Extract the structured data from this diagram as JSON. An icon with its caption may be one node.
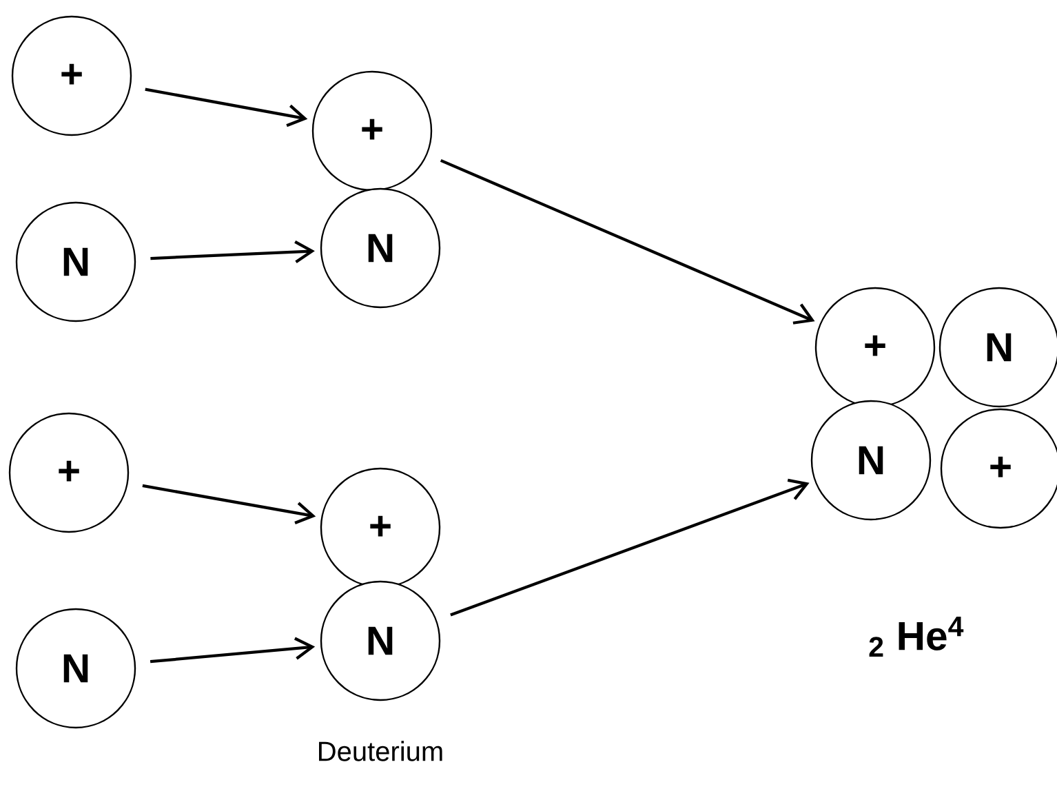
{
  "diagram": {
    "nodes": [
      {
        "text": [
          "+"
        ]
      },
      {
        "text": [
          "N"
        ]
      },
      {
        "text": [
          "+"
        ]
      },
      {
        "text": [
          "N"
        ]
      },
      {
        "text": [
          "+"
        ]
      },
      {
        "text": [
          "N"
        ]
      },
      {
        "text": [
          "+"
        ]
      },
      {
        "text": [
          "N"
        ]
      },
      {
        "text": [
          "+"
        ]
      },
      {
        "text": [
          "N"
        ]
      },
      {
        "text": [
          "N"
        ]
      },
      {
        "text": [
          "+"
        ]
      }
    ],
    "edges": [
      {
        "from": 0,
        "to": 2,
        "arrow": "to"
      },
      {
        "from": 1,
        "to": 3,
        "arrow": "to"
      },
      {
        "from": 2,
        "to": 8,
        "arrow": "to"
      },
      {
        "from": 4,
        "to": 6,
        "arrow": "to"
      },
      {
        "from": 5,
        "to": 7,
        "arrow": "to"
      },
      {
        "from": 7,
        "to": 10,
        "arrow": "to"
      }
    ],
    "labels": [
      "Deuterium",
      "$_{2}$ He$^{4}$"
    ]
  }
}
